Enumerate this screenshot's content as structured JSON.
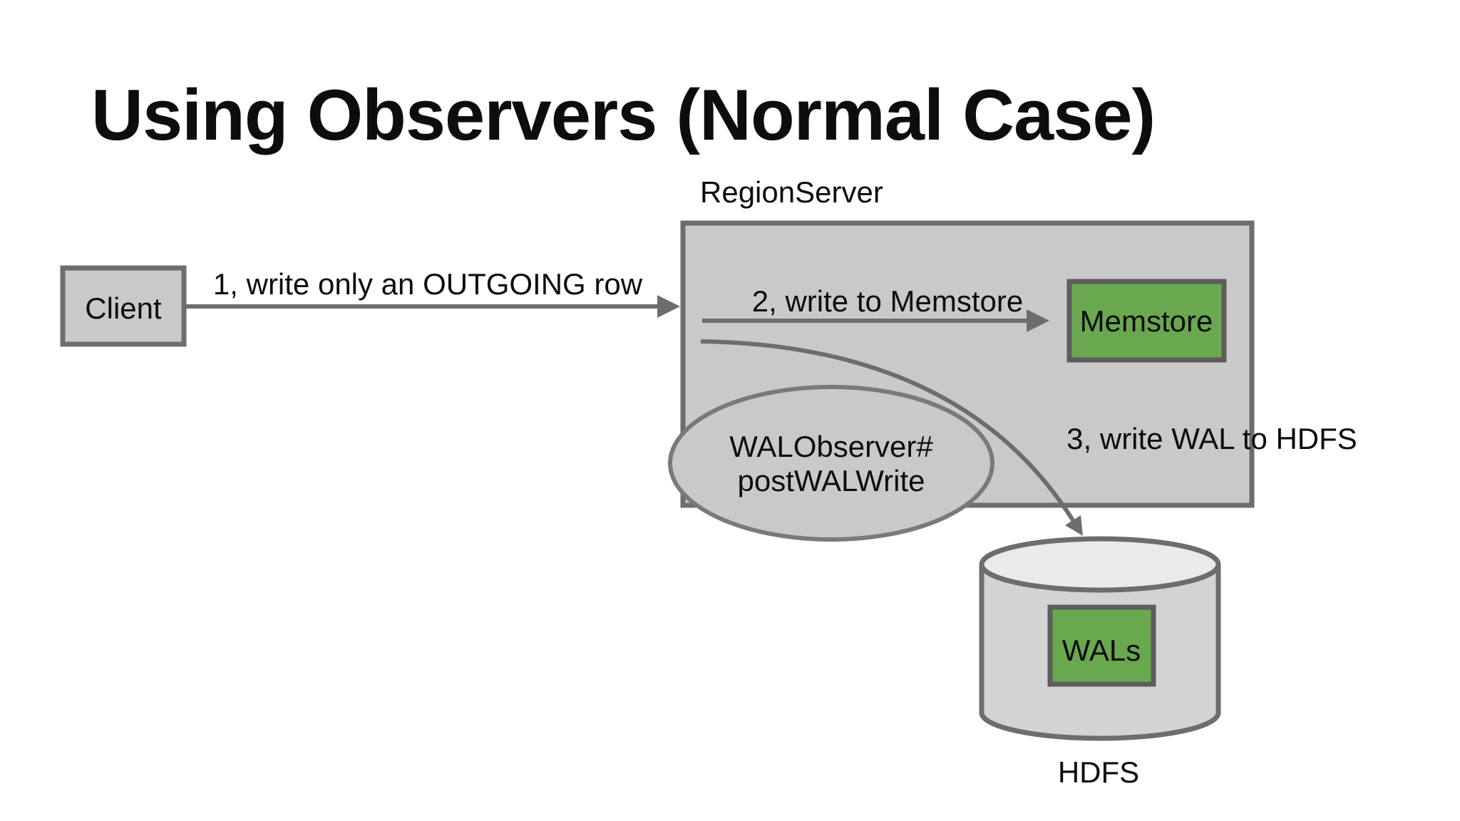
{
  "title": "Using Observers (Normal Case)",
  "diagram": {
    "region_server": {
      "label": "RegionServer"
    },
    "client": {
      "label": "Client"
    },
    "memstore": {
      "label": "Memstore"
    },
    "wal_observer": {
      "line1": "WALObserver#",
      "line2": "postWALWrite"
    },
    "wals": {
      "label": "WALs"
    },
    "hdfs": {
      "label": "HDFS"
    },
    "steps": {
      "step1": "1, write only an OUTGOING row",
      "step2": "2, write to Memstore",
      "step3": "3, write WAL to HDFS"
    }
  },
  "colors": {
    "green": "#6aa84f",
    "green_stroke": "#5d5d5d",
    "gray_fill": "#c9c9c9",
    "cylinder_body": "#d3d3d3",
    "cylinder_top": "#eaeaea",
    "stroke": "#6d6d6d",
    "text": "#0d0d0d"
  }
}
